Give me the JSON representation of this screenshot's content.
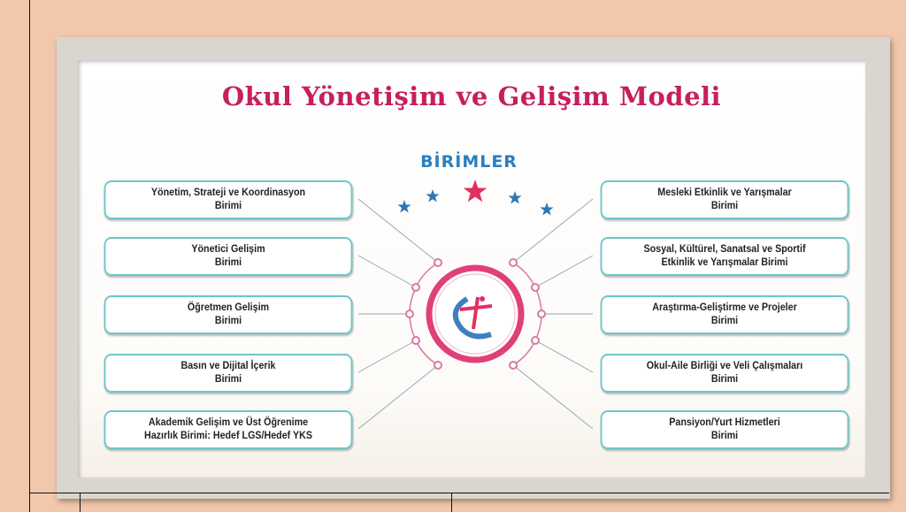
{
  "title": "Okul Yönetişim ve Gelişim Modeli",
  "subtitle": "BİRİMLER",
  "colors": {
    "title": "#c61f5e",
    "subtitle": "#2a7fc0",
    "box_border": "#6fc5c9",
    "connector": "#d77aa3",
    "background": "#f2c8ac"
  },
  "left_units": [
    {
      "line1": "Yönetim, Strateji ve Koordinasyon",
      "line2": "Birimi"
    },
    {
      "line1": "Yönetici Gelişim",
      "line2": "Birimi"
    },
    {
      "line1": "Öğretmen Gelişim",
      "line2": "Birimi"
    },
    {
      "line1": "Basın ve Dijital İçerik",
      "line2": "Birimi"
    },
    {
      "line1": "Akademik Gelişim ve Üst Öğrenime",
      "line2": "Hazırlık Birimi: Hedef LGS/Hedef YKS"
    }
  ],
  "right_units": [
    {
      "line1": "Mesleki Etkinlik ve Yarışmalar",
      "line2": "Birimi"
    },
    {
      "line1": "Sosyal, Kültürel, Sanatsal ve Sportif",
      "line2": "Etkinlik ve Yarışmalar Birimi"
    },
    {
      "line1": "Araştırma-Geliştirme ve Projeler",
      "line2": "Birimi"
    },
    {
      "line1": "Okul-Aile Birliği ve Veli Çalışmaları",
      "line2": "Birimi"
    },
    {
      "line1": "Pansiyon/Yurt Hizmetleri",
      "line2": "Birimi"
    }
  ]
}
